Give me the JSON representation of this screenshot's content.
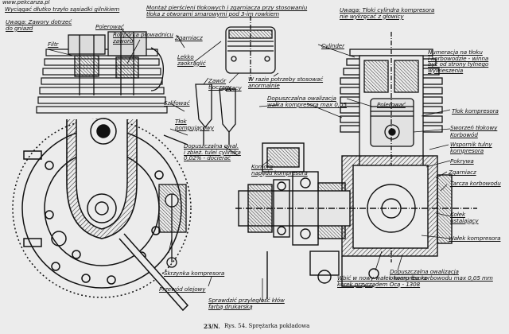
{
  "watermark": "www.pekcanza.pl",
  "labels": {
    "valves": "Uwaga: Zawory dotrzeć\ndo gniazd",
    "filter": "Filtr",
    "polish_top": "Polerować",
    "spreader": "Rozpórka prowadnicu\nzaworu",
    "pressing": "Wyciągać dłutko trzyło sąsiadki gilnikiem",
    "montage": "Montaż pierścieni tłokowych i zgarniacza przy stosowaniu\ntłoka z otworami smarowymi pod 3-im rowkiem",
    "caution_rings": "Uwaga: Tłoki cylindra kompresora\nnie wykręcać z głowicy",
    "scraper_top": "Zgarniacz",
    "slightly_beveled": "Lekko\nzaokrąglić",
    "fit_if_needed": "W razie potrzeby stosować\nanormalnie",
    "cylinder": "Cylinder",
    "piston_numbering": "Numeracja na tłoku\ni korbowodzie - winna\nbyć od strony tylnego\nwywieszenia",
    "valve_pressure": "Zawór\ntłoczący",
    "valve_suction": "ssący",
    "grind": "Szlifować",
    "piston": "Tłok\npompującowy",
    "polish_right": "Polerować",
    "compressor_piston": "Tłok kompresora",
    "piston_pin": "Sworzeń tłokowy",
    "con_rod": "Korbowód",
    "acceptable_oval": "Dopuszczalna owalizacja\nwałka kompresora max 0,05",
    "acceptable_cyl": "Dopuszczalna owal.\ni zbież. tulei cylindra\n0,02% - docierać",
    "compressor_sleeve": "Wspornik tulny\nkompresora",
    "drive_chamber": "Komora\nnapędu kompresora",
    "cover": "Pokrywa",
    "scraper": "Zgarniacz",
    "crank_disc": "Tarcza korbowodu",
    "locating_pin": "Kołek\nustalający",
    "compressor_shaft": "Wałek kompresora",
    "compressor_box": "Skrzynka kompresora",
    "oil_duct": "Przewód olejowy",
    "mark_check": "Sprawdzić przyległość kłów\nfarbą drukarską",
    "sleeve_press": "Wbić w nowy wałek kompresora\nkorek przyrządem Ocą - 1308",
    "oval_cap": "Dopuszczalna owalizacja\notworu łba korbowodu max 0,05 mm"
  },
  "caption": {
    "number": "23/N.",
    "title": "Rys. 54. Sprężarka pokładowa"
  }
}
